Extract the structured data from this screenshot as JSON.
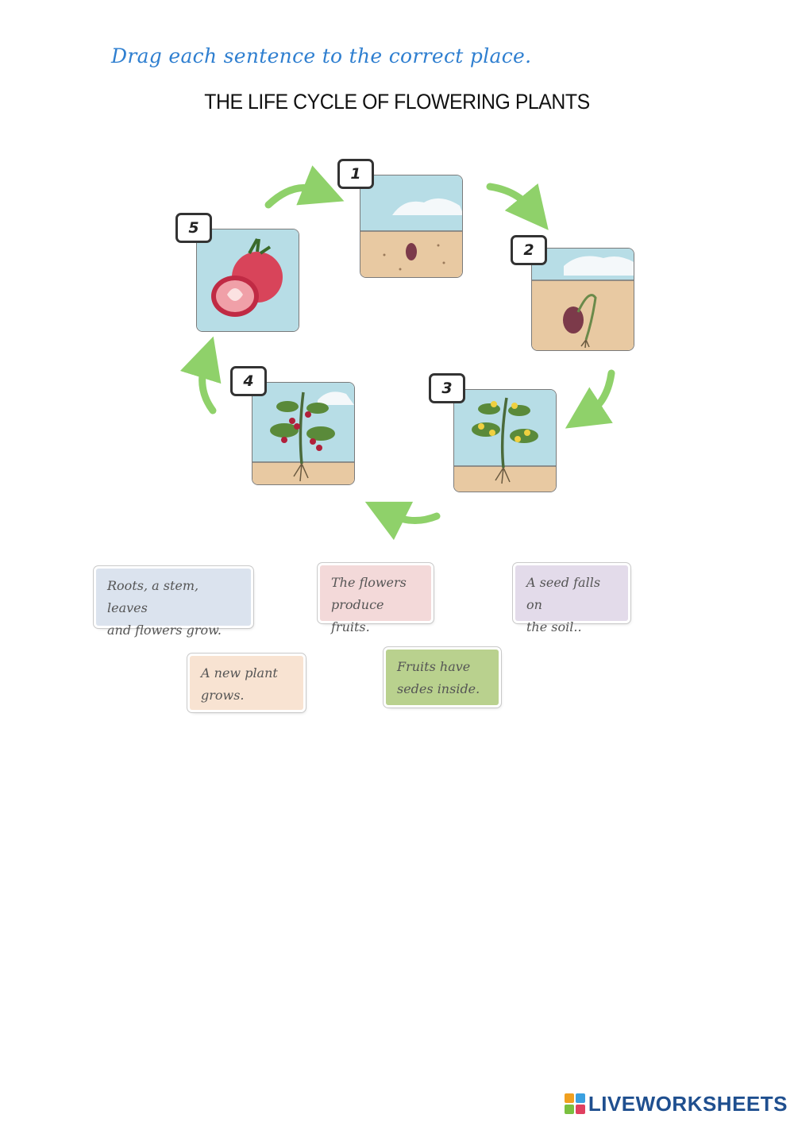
{
  "instruction": "Drag each sentence to the correct place.",
  "title": "THE LIFE CYCLE OF FLOWERING PLANTS",
  "stages": [
    {
      "number": "1",
      "depicts": "seed-in-soil"
    },
    {
      "number": "2",
      "depicts": "sprouting-seed"
    },
    {
      "number": "3",
      "depicts": "flowering-plant"
    },
    {
      "number": "4",
      "depicts": "plant-with-fruits"
    },
    {
      "number": "5",
      "depicts": "tomato-fruit"
    }
  ],
  "cards": [
    {
      "text_line1": "Roots, a stem, leaves",
      "text_line2": "and flowers grow.",
      "color": "#dbe3ee"
    },
    {
      "text_line1": "The flowers",
      "text_line2": "produce fruits.",
      "color": "#f3d9d9"
    },
    {
      "text_line1": "A seed falls on",
      "text_line2": "the soil..",
      "color": "#e3dbea"
    },
    {
      "text_line1": "A new plant",
      "text_line2": "grows.",
      "color": "#f8e3d2"
    },
    {
      "text_line1": "Fruits have",
      "text_line2": "sedes inside.",
      "color": "#b9d18e"
    }
  ],
  "brand": {
    "name": "LIVEWORKSHEETS"
  },
  "colors": {
    "arrow": "#8fd16a",
    "sky": "#b7dde6",
    "soil": "#e8c9a2",
    "instruction": "#2f7fd0"
  }
}
